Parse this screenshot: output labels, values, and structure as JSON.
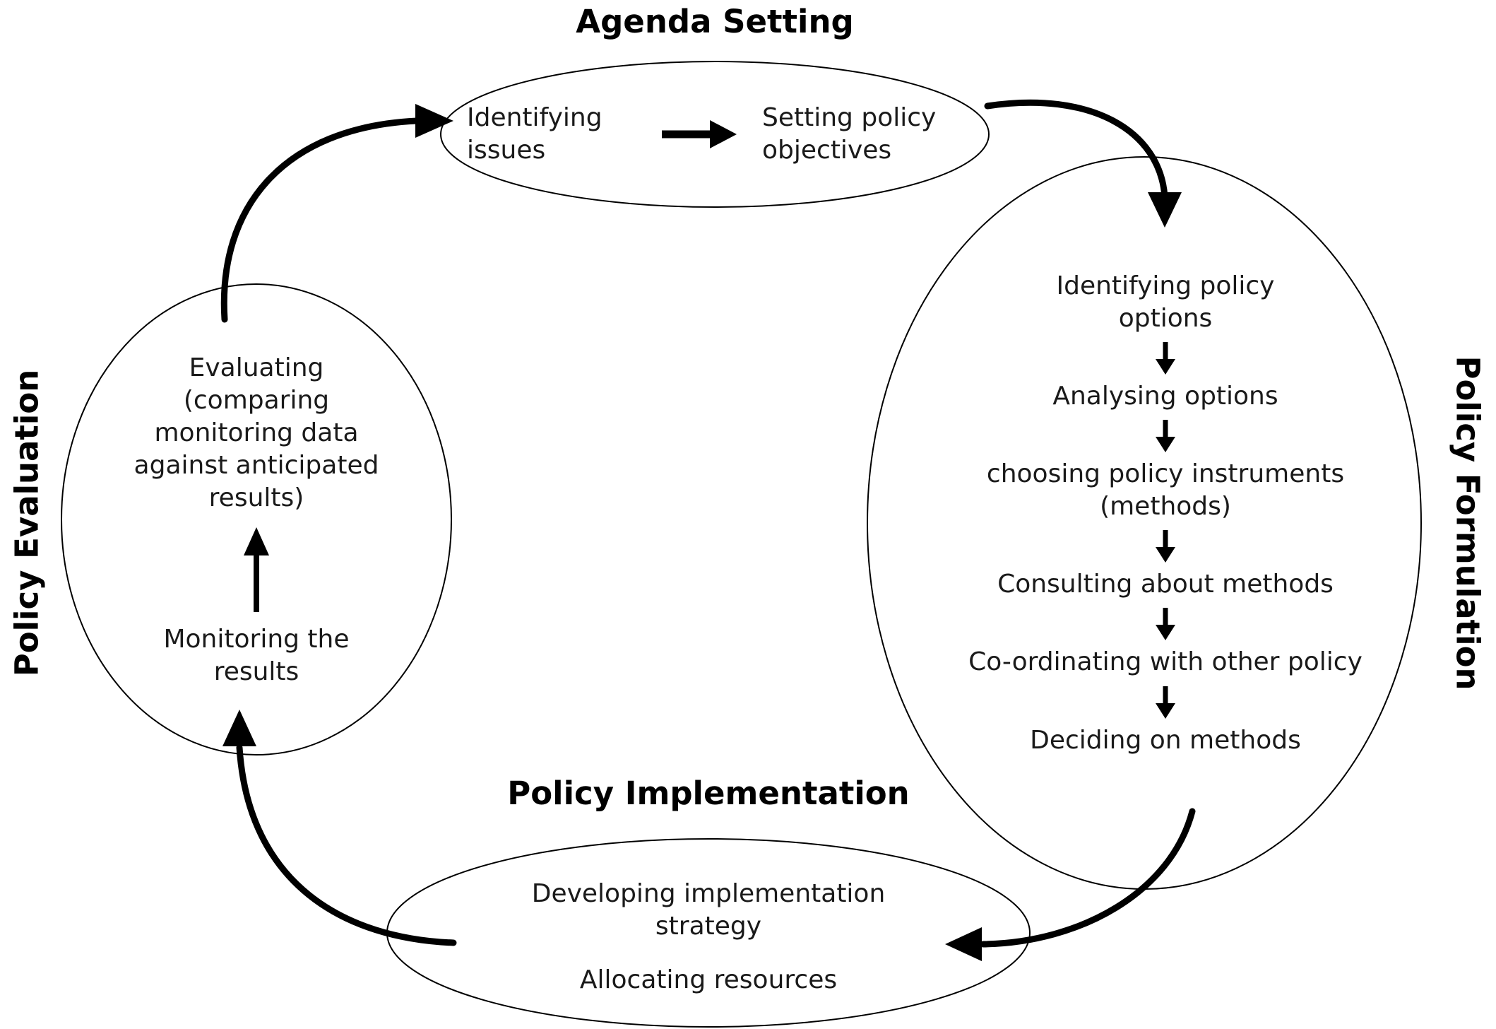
{
  "diagram": {
    "agenda_setting": {
      "title": "Agenda Setting",
      "steps": {
        "identify": "Identifying issues",
        "objectives": "Setting policy objectives"
      }
    },
    "policy_formulation": {
      "label": "Policy Formulation",
      "steps": [
        "Identifying policy options",
        "Analysing options",
        "choosing policy instruments (methods)",
        "Consulting about methods",
        "Co-ordinating with other policy",
        "Deciding on methods"
      ]
    },
    "policy_implementation": {
      "title": "Policy Implementation",
      "steps": {
        "strategy": "Developing implementation strategy",
        "resources": "Allocating resources"
      }
    },
    "policy_evaluation": {
      "label": "Policy Evaluation",
      "steps": {
        "evaluating": "Evaluating (comparing monitoring data against anticipated results)",
        "monitoring": "Monitoring the results"
      }
    },
    "colors": {
      "ink": "#000000",
      "background": "#ffffff"
    }
  }
}
